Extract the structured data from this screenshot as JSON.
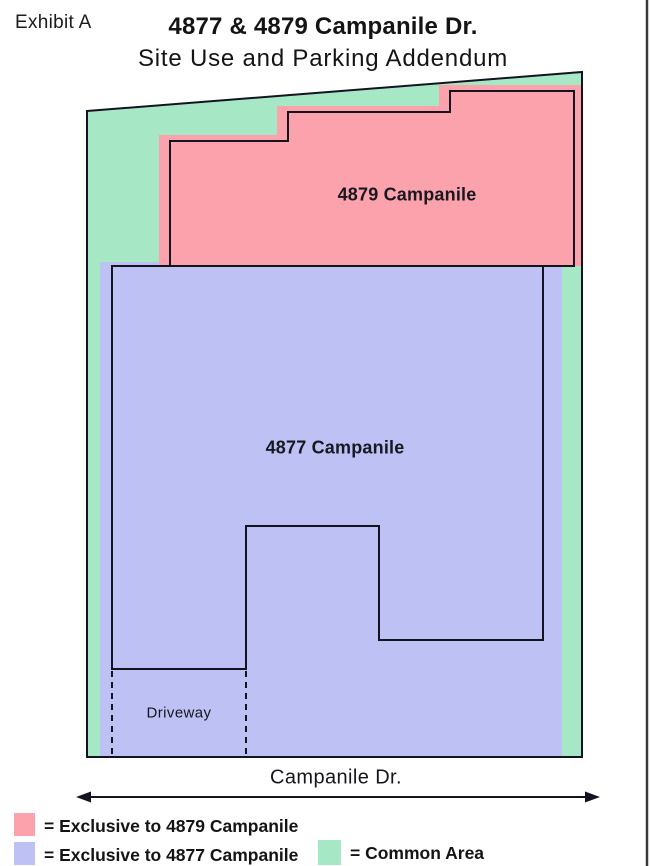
{
  "header": {
    "exhibit_label": "Exhibit A",
    "title": "4877 & 4879 Campanile Dr.",
    "subtitle": "Site Use and Parking Addendum"
  },
  "site_plan": {
    "region_4879_label": "4879 Campanile",
    "region_4877_label": "4877 Campanile",
    "driveway_label": "Driveway",
    "street_label": "Campanile Dr.",
    "colors": {
      "common_area_green": "#A6E8C5",
      "exclusive_4879_pink": "#FCA2AC",
      "exclusive_4877_purple": "#BDC1F4"
    }
  },
  "legend": {
    "items": [
      {
        "swatch_color": "#FCA2AC",
        "label": "= Exclusive to 4879 Campanile"
      },
      {
        "swatch_color": "#BDC1F4",
        "label": "= Exclusive to 4877 Campanile"
      },
      {
        "swatch_color": "#A6E8C5",
        "label": "= Common Area"
      }
    ]
  }
}
